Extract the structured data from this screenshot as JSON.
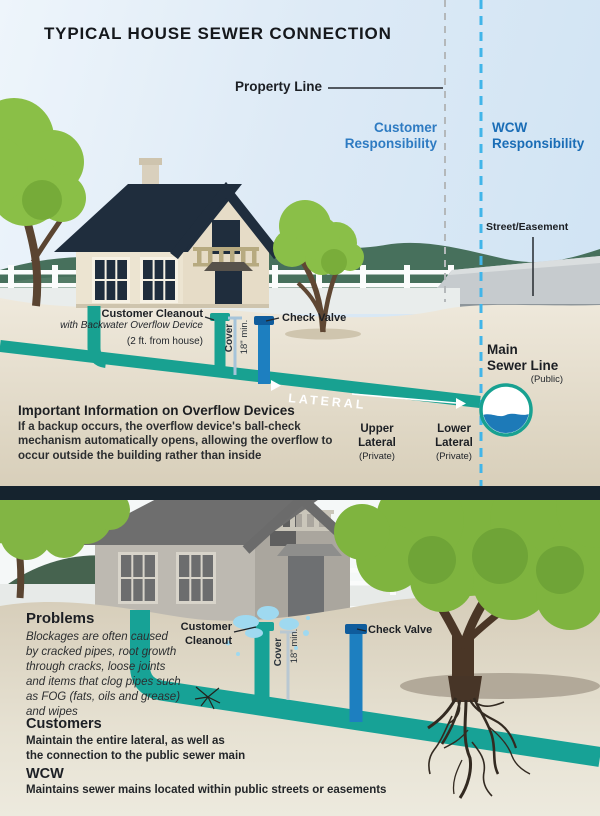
{
  "title": "TYPICAL HOUSE SEWER CONNECTION",
  "top": {
    "property_line": "Property Line",
    "customer_responsibility": "Customer\nResponsibility",
    "wcw_responsibility": "WCW\nResponsibility",
    "street_easement": "Street/Easement",
    "cleanout": {
      "title": "Customer Cleanout",
      "subtitle": "with Backwater Overflow Device",
      "note": "(2 ft. from house)"
    },
    "cover": "Cover",
    "depth": "18\" min.",
    "check_valve": "Check Valve",
    "lateral": "LATERAL",
    "main_sewer": {
      "line1": "Main",
      "line2": "Sewer Line",
      "note": "(Public)"
    },
    "upper_lateral": {
      "name": "Upper\nLateral",
      "note": "(Private)"
    },
    "lower_lateral": {
      "name": "Lower\nLateral",
      "note": "(Private)"
    },
    "info_heading": "Important Information on Overflow Devices",
    "info_body": "If a backup occurs, the overflow device's ball-check mechanism automatically opens, allowing the overflow to occur outside the building rather than inside"
  },
  "bottom": {
    "problems_heading": "Problems",
    "problems_body": "Blockages are often caused by cracked pipes, root growth through cracks, loose joints and items that clog pipes such as FOG (fats, oils and grease) and wipes",
    "cleanout": "Customer\nCleanout",
    "cover": "Cover",
    "depth": "18\" min.",
    "check_valve": "Check Valve",
    "customers_heading": "Customers",
    "customers_body": "Maintain the entire lateral, as well as\nthe connection to the public sewer main",
    "wcw_heading": "WCW",
    "wcw_body": "Maintains sewer mains located within public streets or easements"
  },
  "colors": {
    "pipe_teal": "#18a191",
    "pipe_blue": "#1d7fc0",
    "dashed_blue": "#41b5e9",
    "dashed_gray": "#b4b8ba",
    "customer_blue": "#2e7bc2",
    "wcw_blue": "#1a6db6",
    "divider_navy": "#15232e"
  }
}
